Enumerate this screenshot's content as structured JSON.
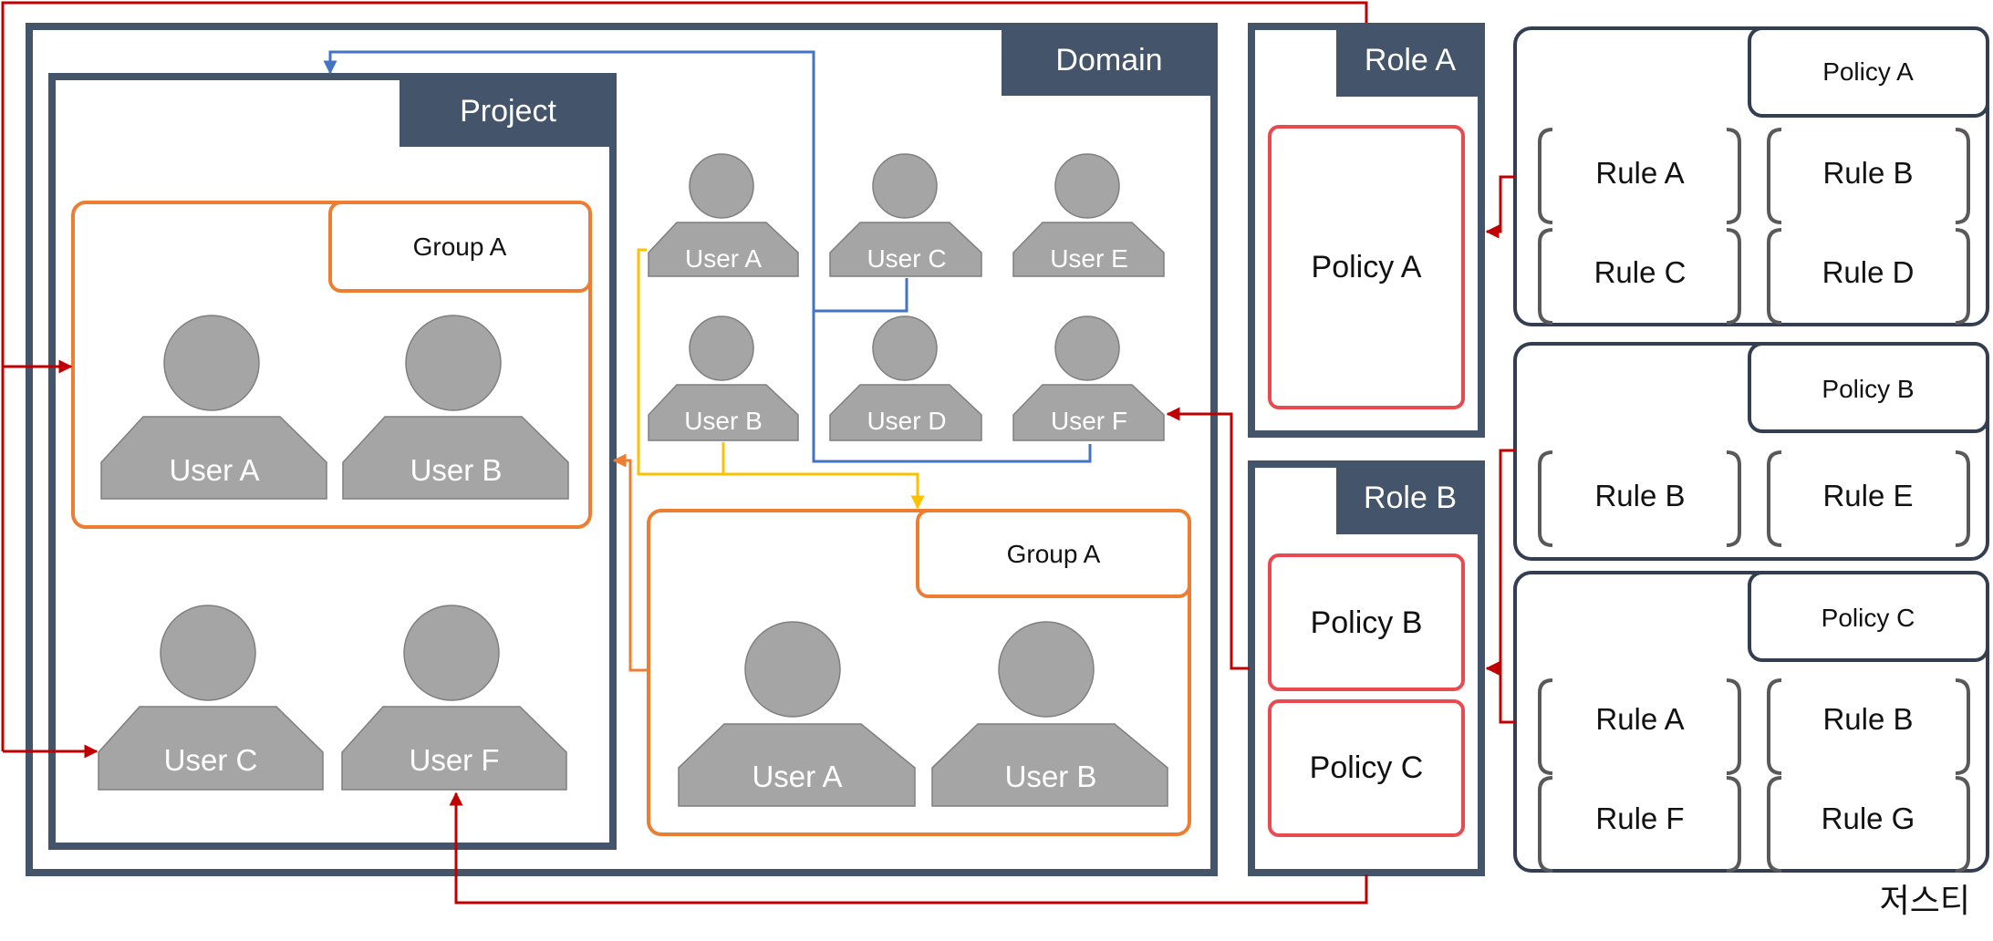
{
  "domain": {
    "label": "Domain"
  },
  "project": {
    "label": "Project"
  },
  "project_group": {
    "label": "Group A",
    "users": [
      "User A",
      "User B"
    ]
  },
  "project_users": [
    "User C",
    "User F"
  ],
  "domain_users": [
    "User A",
    "User C",
    "User E",
    "User B",
    "User D",
    "User F"
  ],
  "domain_group": {
    "label": "Group A",
    "users": [
      "User A",
      "User B"
    ]
  },
  "roles": [
    {
      "label": "Role A",
      "policies": [
        "Policy A"
      ]
    },
    {
      "label": "Role B",
      "policies": [
        "Policy B",
        "Policy C"
      ]
    }
  ],
  "policies": [
    {
      "label": "Policy A",
      "rules": [
        "Rule A",
        "Rule B",
        "Rule C",
        "Rule D"
      ]
    },
    {
      "label": "Policy B",
      "rules": [
        "Rule B",
        "Rule E"
      ]
    },
    {
      "label": "Policy C",
      "rules": [
        "Rule A",
        "Rule B",
        "Rule F",
        "Rule G"
      ]
    }
  ],
  "signature": "저스티",
  "colors": {
    "navy": "#44546a",
    "orange": "#ed7d31",
    "red": "#c00000",
    "policy_red": "#e84a4f",
    "blue": "#4472c4",
    "yellow": "#ffc000",
    "gray": "#a5a5a5"
  }
}
